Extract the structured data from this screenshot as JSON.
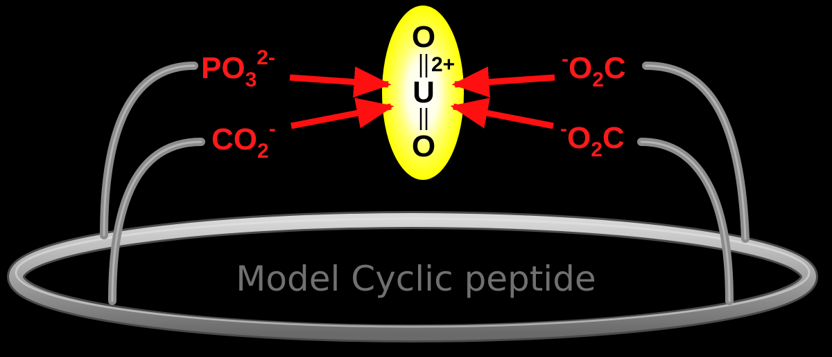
{
  "uranyl": {
    "top_atom": "O",
    "center_atom": "U",
    "bottom_atom": "O",
    "charge": "2+"
  },
  "ligands": {
    "phosphate": {
      "base": "PO",
      "sub": "3",
      "charge": "2-"
    },
    "carboxylate_left": {
      "base": "CO",
      "sub": "2",
      "charge": "-"
    },
    "carboxylate_right_top": {
      "charge": "-",
      "base": "O",
      "sub": "2",
      "tail": "C"
    },
    "carboxylate_right_bottom": {
      "charge": "-",
      "base": "O",
      "sub": "2",
      "tail": "C"
    }
  },
  "ring": {
    "label": "Model Cyclic peptide"
  },
  "colors": {
    "background": "#000000",
    "ligand": "#ff1a1a",
    "arrow": "#ff1010",
    "uranyl_glow": "#ffff00",
    "uranyl_core": "#ffffff",
    "tube": "#8f8f8f",
    "ring_label": "#707070"
  }
}
